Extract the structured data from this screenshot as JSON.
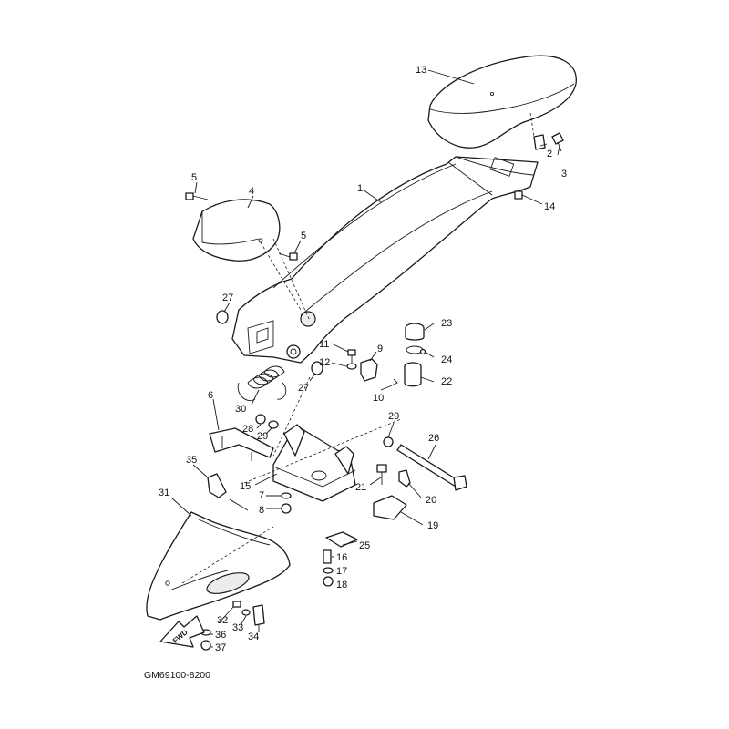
{
  "diagram_code": "GM69100-8200",
  "fwd_label": "FWD",
  "callouts": [
    {
      "id": "c1",
      "label": "1"
    },
    {
      "id": "c2",
      "label": "2"
    },
    {
      "id": "c3",
      "label": "3"
    },
    {
      "id": "c4",
      "label": "4"
    },
    {
      "id": "c5a",
      "label": "5"
    },
    {
      "id": "c5b",
      "label": "5"
    },
    {
      "id": "c6",
      "label": "6"
    },
    {
      "id": "c7",
      "label": "7"
    },
    {
      "id": "c8",
      "label": "8"
    },
    {
      "id": "c9",
      "label": "9"
    },
    {
      "id": "c10",
      "label": "10"
    },
    {
      "id": "c11",
      "label": "11"
    },
    {
      "id": "c12",
      "label": "12"
    },
    {
      "id": "c13",
      "label": "13"
    },
    {
      "id": "c14",
      "label": "14"
    },
    {
      "id": "c15",
      "label": "15"
    },
    {
      "id": "c16",
      "label": "16"
    },
    {
      "id": "c17",
      "label": "17"
    },
    {
      "id": "c18",
      "label": "18"
    },
    {
      "id": "c19",
      "label": "19"
    },
    {
      "id": "c20",
      "label": "20"
    },
    {
      "id": "c21",
      "label": "21"
    },
    {
      "id": "c22",
      "label": "22"
    },
    {
      "id": "c23",
      "label": "23"
    },
    {
      "id": "c24",
      "label": "24"
    },
    {
      "id": "c25",
      "label": "25"
    },
    {
      "id": "c26",
      "label": "26"
    },
    {
      "id": "c27a",
      "label": "27"
    },
    {
      "id": "c27b",
      "label": "27"
    },
    {
      "id": "c28",
      "label": "28"
    },
    {
      "id": "c29a",
      "label": "29"
    },
    {
      "id": "c29b",
      "label": "29"
    },
    {
      "id": "c30",
      "label": "30"
    },
    {
      "id": "c31",
      "label": "31"
    },
    {
      "id": "c32",
      "label": "32"
    },
    {
      "id": "c33",
      "label": "33"
    },
    {
      "id": "c34",
      "label": "34"
    },
    {
      "id": "c35",
      "label": "35"
    },
    {
      "id": "c36",
      "label": "36"
    },
    {
      "id": "c37",
      "label": "37"
    }
  ]
}
